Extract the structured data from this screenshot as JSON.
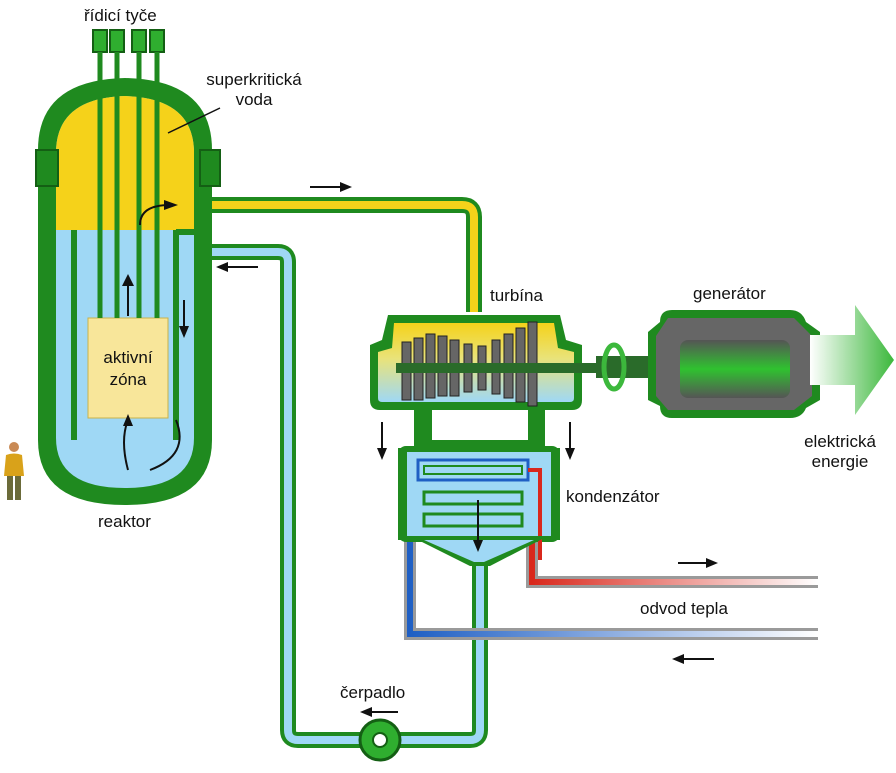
{
  "labels": {
    "control_rods": "řídicí tyče",
    "supercritical_water_line1": "superkritická",
    "supercritical_water_line2": "voda",
    "core_line1": "aktivní",
    "core_line2": "zóna",
    "reactor": "reaktor",
    "turbine": "turbína",
    "generator": "generátor",
    "electric_energy_line1": "elektrická",
    "electric_energy_line2": "energie",
    "condenser": "kondenzátor",
    "heat_removal": "odvod tepla",
    "pump": "čerpadlo"
  },
  "colors": {
    "vessel_outline": "#1f8a1f",
    "vessel_fill": "#2fae2f",
    "supercritical_water": "#f5d21a",
    "cold_water": "#9fd8f5",
    "core": "#f8e69a",
    "hot_line": "#d9281c",
    "cold_line": "#1f5fc4",
    "generator_body": "#666666"
  }
}
